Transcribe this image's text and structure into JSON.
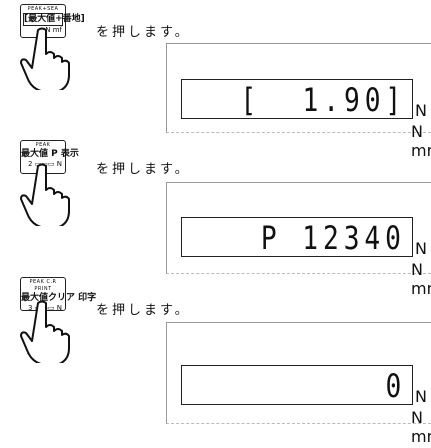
{
  "steps": [
    {
      "key": {
        "line1": "PEAK+SEA",
        "line2": "[最大値+番地]",
        "line3": "N mf",
        "boxed": false
      },
      "instruction": "を押します。",
      "display": {
        "value": "[  1.90]",
        "unit": "N",
        "subunit": "N mm"
      }
    },
    {
      "key": {
        "line1": "PEAK",
        "line2": "最大値 P 表示",
        "line3": "2 ▭▭▭ N",
        "boxed": false
      },
      "instruction": "を押します。",
      "display": {
        "value": "P 12340",
        "unit": "N",
        "subunit": "N mm"
      }
    },
    {
      "key": {
        "line1": "PEAK C.R PRINT",
        "line2": "最大値クリア 印字",
        "line3": "3 ▭▭▭ N",
        "boxed": false
      },
      "instruction": "を押します。",
      "display": {
        "value": "0",
        "unit": "N",
        "subunit": "N mm"
      }
    }
  ]
}
